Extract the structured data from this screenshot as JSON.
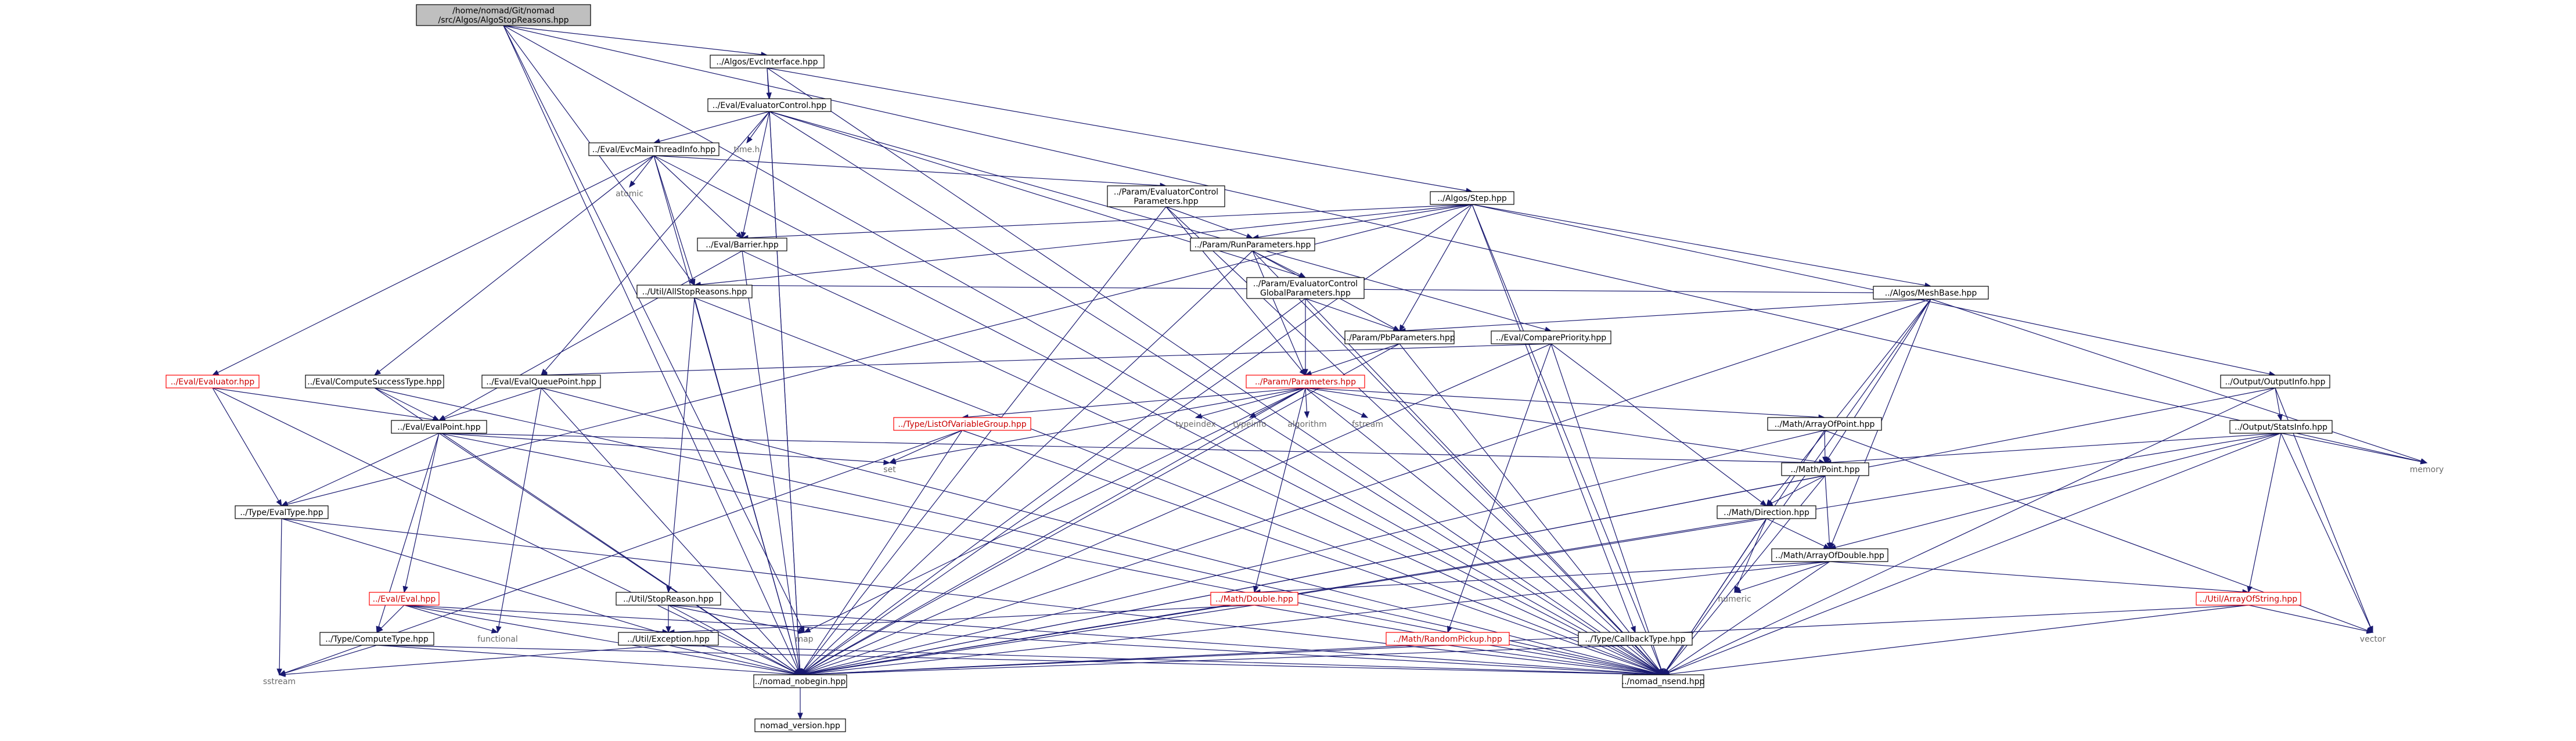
{
  "colors": {
    "edge": "#191970",
    "node_border": "#000000",
    "root_fill": "#bfbfbf",
    "incomplete_border": "#ff0000",
    "incomplete_text": "#cc0000",
    "system_text": "#6b6b6b"
  },
  "nodes": {
    "root": {
      "lines": [
        "/home/nomad/Git/nomad",
        "/src/Algos/AlgoStopReasons.hpp"
      ]
    },
    "evcinterface": {
      "lines": [
        "../Algos/EvcInterface.hpp"
      ]
    },
    "evaluatorcontrol": {
      "lines": [
        "../Eval/EvaluatorControl.hpp"
      ]
    },
    "evcmainthreadinfo": {
      "lines": [
        "../Eval/EvcMainThreadInfo.hpp"
      ]
    },
    "timeh": {
      "lines": [
        "time.h"
      ]
    },
    "atomic": {
      "lines": [
        "atomic"
      ]
    },
    "evalctrlparams": {
      "lines": [
        "../Param/EvaluatorControl",
        "Parameters.hpp"
      ]
    },
    "step": {
      "lines": [
        "../Algos/Step.hpp"
      ]
    },
    "barrier": {
      "lines": [
        "../Eval/Barrier.hpp"
      ]
    },
    "runparams": {
      "lines": [
        "../Param/RunParameters.hpp"
      ]
    },
    "evalctrlglobal": {
      "lines": [
        "../Param/EvaluatorControl",
        "GlobalParameters.hpp"
      ]
    },
    "meshbase": {
      "lines": [
        "../Algos/MeshBase.hpp"
      ]
    },
    "allstopreasons": {
      "lines": [
        "../Util/AllStopReasons.hpp"
      ]
    },
    "pbparams": {
      "lines": [
        "../Param/PbParameters.hpp"
      ]
    },
    "evalcompare": {
      "lines": [
        "../Eval/ComparePriority.hpp"
      ]
    },
    "evaluator": {
      "lines": [
        "../Eval/Evaluator.hpp"
      ]
    },
    "computesuccess": {
      "lines": [
        "../Eval/ComputeSuccessType.hpp"
      ]
    },
    "evalqueuepoint": {
      "lines": [
        "../Eval/EvalQueuePoint.hpp"
      ]
    },
    "parameters": {
      "lines": [
        "../Param/Parameters.hpp"
      ]
    },
    "outputinfo": {
      "lines": [
        "../Output/OutputInfo.hpp"
      ]
    },
    "listvargroup": {
      "lines": [
        "../Type/ListOfVariableGroup.hpp"
      ]
    },
    "typeindex": {
      "lines": [
        "typeindex"
      ]
    },
    "typeinfo": {
      "lines": [
        "typeinfo"
      ]
    },
    "algorithm": {
      "lines": [
        "algorithm"
      ]
    },
    "fstream": {
      "lines": [
        "fstream"
      ]
    },
    "arrayofpoint": {
      "lines": [
        "../Math/ArrayOfPoint.hpp"
      ]
    },
    "statsinfo": {
      "lines": [
        "../Output/StatsInfo.hpp"
      ]
    },
    "memory": {
      "lines": [
        "memory"
      ]
    },
    "evalpoint": {
      "lines": [
        "../Eval/EvalPoint.hpp"
      ]
    },
    "set": {
      "lines": [
        "set"
      ]
    },
    "point": {
      "lines": [
        "../Math/Point.hpp"
      ]
    },
    "evaltype": {
      "lines": [
        "../Type/EvalType.hpp"
      ]
    },
    "direction": {
      "lines": [
        "../Math/Direction.hpp"
      ]
    },
    "arrayofdouble": {
      "lines": [
        "../Math/ArrayOfDouble.hpp"
      ]
    },
    "stopreason": {
      "lines": [
        "../Util/StopReason.hpp"
      ]
    },
    "eval": {
      "lines": [
        "../Eval/Eval.hpp"
      ]
    },
    "double": {
      "lines": [
        "../Math/Double.hpp"
      ]
    },
    "numeric": {
      "lines": [
        "numeric"
      ]
    },
    "arrayofstring": {
      "lines": [
        "../Util/ArrayOfString.hpp"
      ]
    },
    "map": {
      "lines": [
        "map"
      ]
    },
    "functional": {
      "lines": [
        "functional"
      ]
    },
    "computetype": {
      "lines": [
        "../Type/ComputeType.hpp"
      ]
    },
    "exception": {
      "lines": [
        "../Util/Exception.hpp"
      ]
    },
    "randompickup": {
      "lines": [
        "../Math/RandomPickup.hpp"
      ]
    },
    "callbacktype": {
      "lines": [
        "../Type/CallbackType.hpp"
      ]
    },
    "vector": {
      "lines": [
        "vector"
      ]
    },
    "sstream": {
      "lines": [
        "sstream"
      ]
    },
    "nobegin": {
      "lines": [
        "../nomad_nobegin.hpp"
      ]
    },
    "nsend": {
      "lines": [
        "../nomad_nsend.hpp"
      ]
    },
    "version": {
      "lines": [
        "nomad_version.hpp"
      ]
    }
  }
}
